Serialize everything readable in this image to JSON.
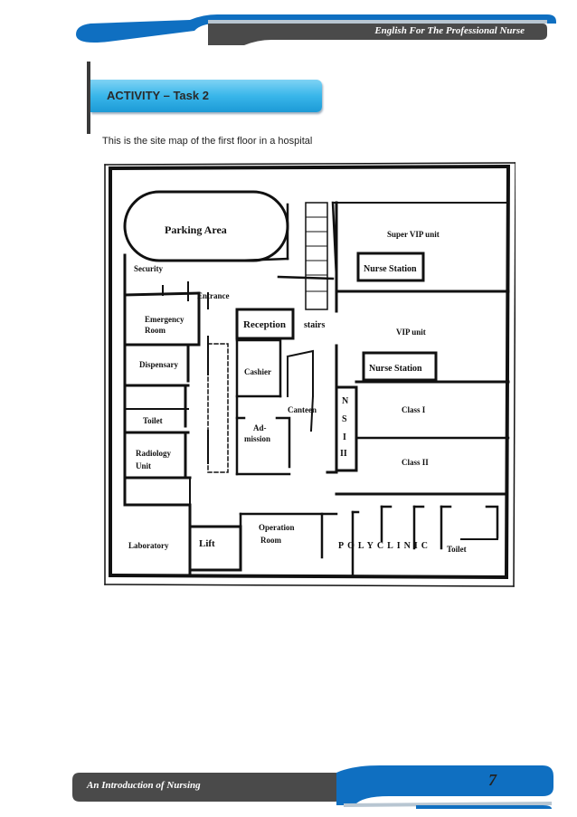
{
  "header": {
    "title": "English For The Professional Nurse"
  },
  "activity": {
    "label": "ACTIVITY – Task 2"
  },
  "intro": {
    "text": "This is the site map of the first floor in a hospital"
  },
  "floorplan": {
    "parking": "Parking Area",
    "security": "Security",
    "entrance": "Entrance",
    "emergency_1": "Emergency",
    "emergency_2": "Room",
    "reception": "Reception",
    "stairs": "stairs",
    "dispensary": "Dispensary",
    "cashier": "Cashier",
    "canteen": "Canteen",
    "toilet_left": "Toilet",
    "admission_1": "Ad-",
    "admission_2": "mission",
    "radiology_1": "Radiology",
    "radiology_2": "Unit",
    "super_vip": "Super VIP unit",
    "nurse_station_1": "Nurse Station",
    "vip": "VIP unit",
    "nurse_station_2": "Nurse Station",
    "nsii_n": "N",
    "nsii_s": "S",
    "nsii_i": "I",
    "nsii_ii": "II",
    "class_1": "Class I",
    "class_2": "Class II",
    "laboratory": "Laboratory",
    "lift": "Lift",
    "operation_1": "Operation",
    "operation_2": "Room",
    "polyclinic": "POLYCLINIC",
    "toilet_right": "Toilet"
  },
  "footer": {
    "title": "An Introduction of Nursing",
    "page": "7"
  }
}
